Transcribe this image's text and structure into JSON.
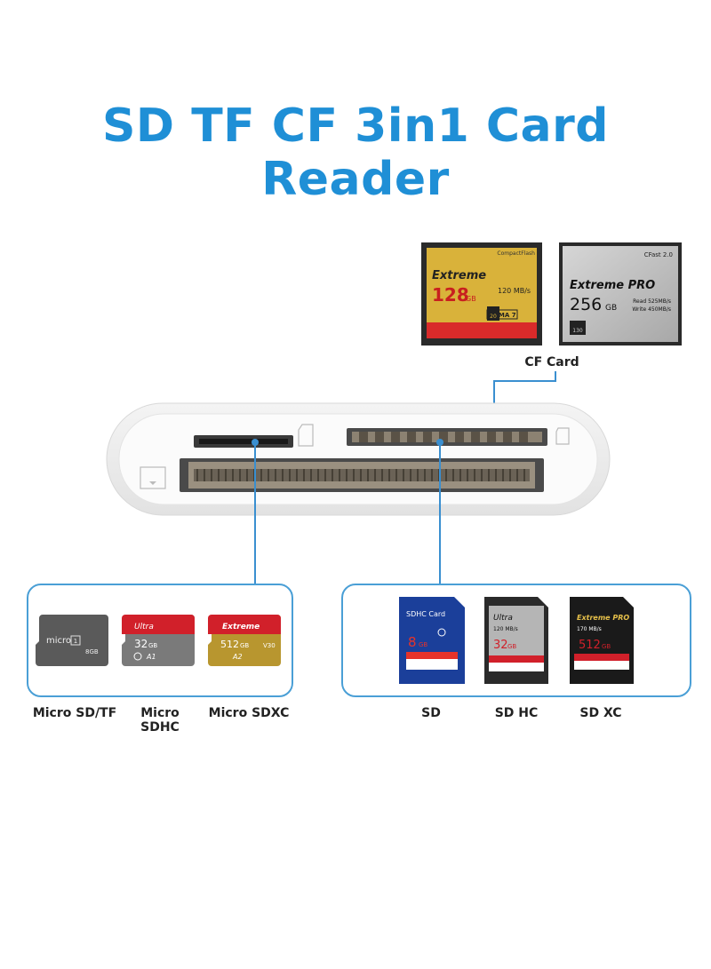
{
  "title": "SD TF CF 3in1 Card Reader",
  "colors": {
    "accent": "#1f8fd6",
    "line": "#3a8fd0"
  },
  "cf": {
    "label": "CF Card",
    "card1": {
      "brand": "CompactFlash",
      "series": "Extreme",
      "capacity": "128",
      "unit": "GB",
      "speed": "120 MB/s",
      "udma": "UDMA 7",
      "vpg": "20"
    },
    "card2": {
      "brand": "CFast 2.0",
      "series": "Extreme PRO",
      "capacity": "256",
      "unit": "GB",
      "read": "Read 525MB/s",
      "write": "Write 450MB/s",
      "vpg": "130"
    }
  },
  "micro": {
    "cards": [
      {
        "logo": "micro",
        "badge": "1",
        "capacity": "8GB",
        "label": "Micro SD/TF"
      },
      {
        "series": "Ultra",
        "capacity": "32",
        "unit": "GB",
        "class": "A1",
        "label": "Micro SDHC"
      },
      {
        "series": "Extreme",
        "capacity": "512",
        "unit": "GB",
        "class": "A2",
        "vclass": "V30",
        "label": "Micro SDXC"
      }
    ]
  },
  "sd": {
    "cards": [
      {
        "series": "SDHC Card",
        "capacity": "8",
        "unit": "GB",
        "label": "SD"
      },
      {
        "series": "Ultra",
        "speed": "120 MB/s",
        "capacity": "32",
        "unit": "GB",
        "label": "SD HC"
      },
      {
        "series": "Extreme PRO",
        "speed": "170 MB/s",
        "capacity": "512",
        "unit": "GB",
        "label": "SD XC"
      }
    ]
  }
}
